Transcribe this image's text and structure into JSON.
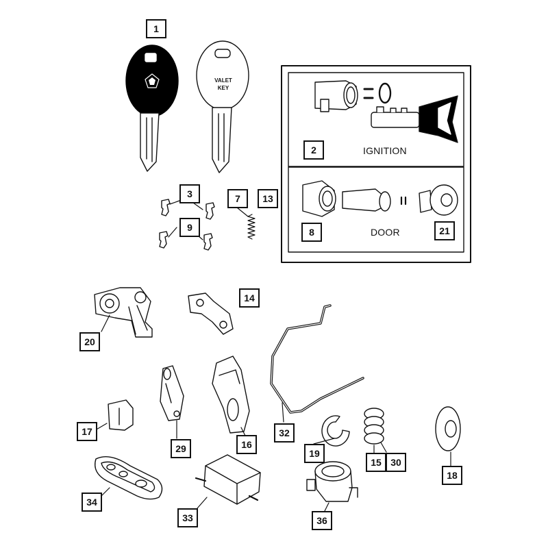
{
  "callouts": {
    "c1": "1",
    "c2": "2",
    "c3": "3",
    "c7": "7",
    "c13": "13",
    "c9": "9",
    "c8": "8",
    "c21": "21",
    "c14": "14",
    "c20": "20",
    "c17": "17",
    "c29": "29",
    "c16": "16",
    "c32": "32",
    "c19": "19",
    "c15": "15",
    "c30": "30",
    "c18": "18",
    "c34": "34",
    "c33": "33",
    "c36": "36"
  },
  "labels": {
    "ignition": "IGNITION",
    "door": "DOOR",
    "valet_line1": "VALET",
    "valet_line2": "KEY"
  },
  "colors": {
    "line": "#111111",
    "fill": "#ffffff",
    "key_head": "#000000"
  }
}
